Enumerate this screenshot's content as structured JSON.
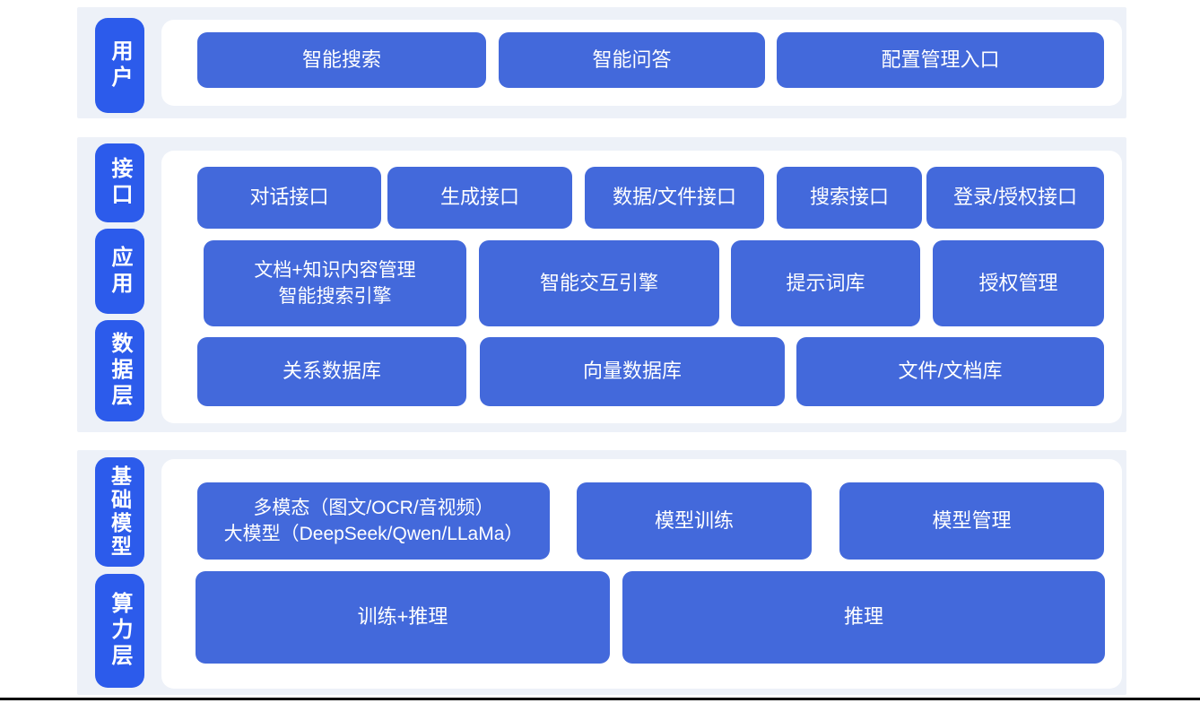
{
  "diagram": {
    "title_hint": "AI platform layered architecture",
    "colors": {
      "layer_label_blue": "#2c5beb",
      "block_blue": "#4369db",
      "section_band": "#edf1f8",
      "panel_white": "#ffffff",
      "bottom_rule": "#000000"
    },
    "layers": [
      {
        "label": "用户",
        "buttons": [
          "智能搜索",
          "智能问答",
          "配置管理入口"
        ]
      },
      {
        "label": "接口",
        "buttons": [
          "对话接口",
          "生成接口",
          "数据/文件接口",
          "搜索接口",
          "登录/授权接口"
        ]
      },
      {
        "label": "应用",
        "buttons": [
          "文档+知识内容管理\n智能搜索引擎",
          "智能交互引擎",
          "提示词库",
          "授权管理"
        ]
      },
      {
        "label": "数据层",
        "buttons": [
          "关系数据库",
          "向量数据库",
          "文件/文档库"
        ]
      },
      {
        "label": "基础模型",
        "buttons": [
          "多模态（图文/OCR/音视频）\n大模型（DeepSeek/Qwen/LLaMa）",
          "模型训练",
          "模型管理"
        ]
      },
      {
        "label": "算力层",
        "buttons": [
          "训练+推理",
          "推理"
        ]
      }
    ]
  }
}
